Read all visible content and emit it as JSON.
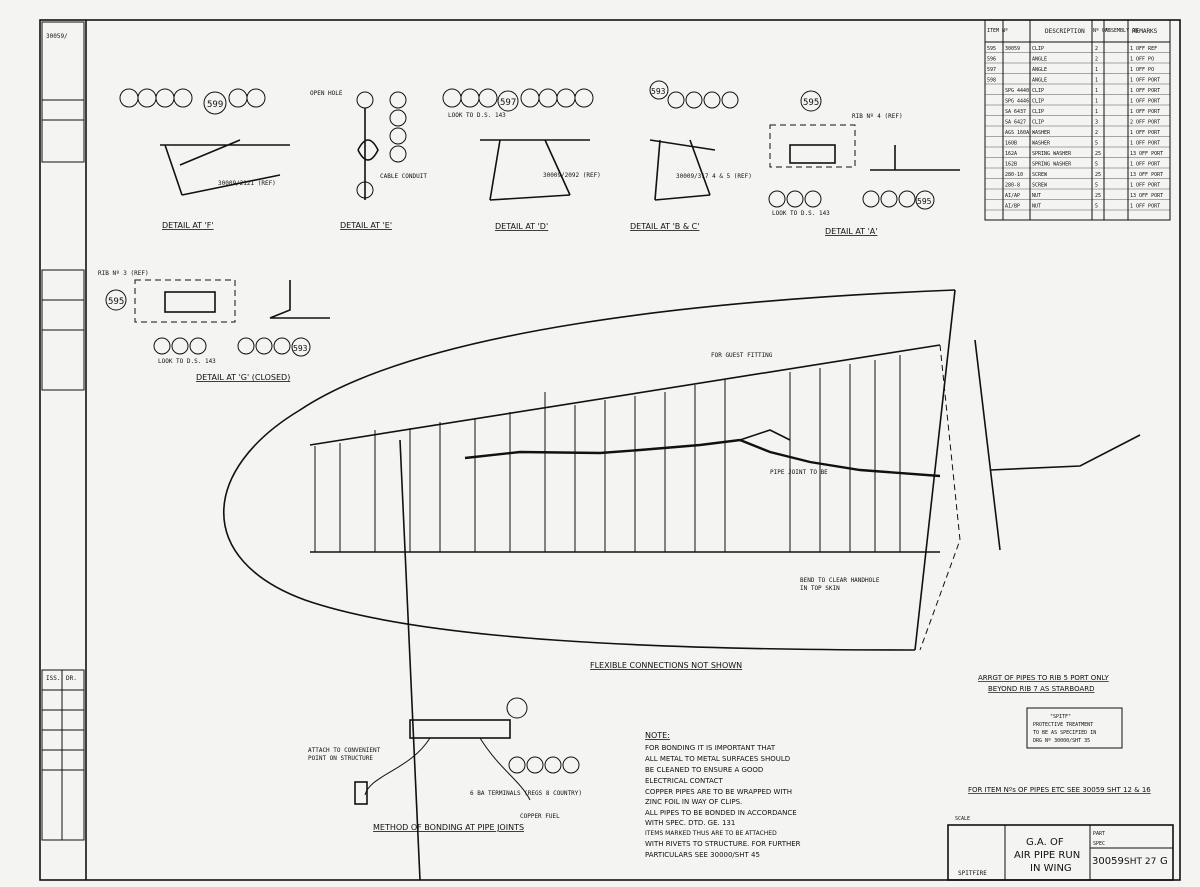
{
  "title_block": {
    "drawing_title_1": "G.A. OF",
    "drawing_title_2": "AIR PIPE RUN",
    "drawing_title_3": "IN WING",
    "drawing_number": "30059",
    "sheet": "SHT 27",
    "issue": "G",
    "type": "SPITFIRE",
    "scale": "SCALE",
    "part_label": "PART",
    "spec_label": "SPEC",
    "left_block_number": "30059/"
  },
  "details": {
    "f": "DETAIL AT 'F'",
    "e": "DETAIL AT 'E'",
    "d": "DETAIL AT 'D'",
    "bc": "DETAIL AT 'B & C'",
    "a": "DETAIL AT 'A'",
    "g": "DETAIL AT 'G' (CLOSED)"
  },
  "callouts": {
    "c599": "599",
    "c597": "597",
    "c593": "593",
    "c595": "595",
    "c595b": "595",
    "c595c": "595",
    "c593b": "593"
  },
  "labels": {
    "open_hole": "OPEN HOLE",
    "cable_conduit": "CABLE CONDUIT",
    "look_to_dsf": "LOOK TO D.S. 143",
    "look_to_dsf2": "LOOK TO D.S. 143",
    "look_to_dsf3": "LOOK TO D.S. 143",
    "rib_4": "RIB Nº 4 (REF)",
    "rib_3": "RIB Nº 3 (REF)",
    "ref_f": "30009/2121 (REF)",
    "ref_d": "30009/2092 (REF)",
    "ref_bc": "30009/317 4 & 5 (REF)",
    "for_guest": "FOR GUEST FITTING",
    "pipe_joint": "PIPE JOINT TO BE",
    "bend_clear": "BEND TO CLEAR HANDHOLE",
    "in_top_skin": "IN TOP SKIN",
    "flexible": "FLEXIBLE CONNECTIONS NOT SHOWN",
    "arrgt_1": "ARRGT OF PIPES TO RIB 5 PORT ONLY",
    "arrgt_2": "BEYOND RIB 7 AS STARBOARD",
    "spitfire_note_1": "\"SPITF\"",
    "spitfire_note_2": "PROTECTIVE TREATMENT",
    "spitfire_note_3": "TO BE AS SPECIFIED IN",
    "spitfire_note_4": "DRG Nº 30000/SHT 35",
    "for_item": "FOR ITEM Nºs OF PIPES ETC SEE 30059 SHT 12 & 16",
    "attach_1": "ATTACH TO CONVENIENT",
    "attach_2": "POINT ON STRUCTURE",
    "method": "METHOD OF BONDING AT PIPE JOINTS",
    "copper_fuel": "COPPER FUEL",
    "terminals": "6 BA TERMINALS (REGS 8 COUNTRY)"
  },
  "notes": {
    "header": "NOTE:",
    "n1": "FOR BONDING IT IS IMPORTANT THAT",
    "n2": "ALL METAL TO METAL SURFACES SHOULD",
    "n3": "BE CLEANED TO ENSURE A GOOD",
    "n4": "ELECTRICAL CONTACT",
    "n5": "COPPER PIPES ARE TO BE WRAPPED WITH",
    "n6": "ZINC FOIL IN WAY OF CLIPS.",
    "n7": "ALL PIPES TO BE BONDED IN ACCORDANCE",
    "n8": "WITH SPEC. DTD. GE. 131",
    "n9": "ITEMS MARKED THUS ARE TO BE ATTACHED",
    "n10": "WITH RIVETS TO STRUCTURE. FOR FURTHER",
    "n11": "PARTICULARS SEE 30000/SHT 45"
  },
  "parts_table": {
    "headers": [
      "ITEM Nº",
      "",
      "DESCRIPTION",
      "Nº OFF",
      "ASSEMBLY ON",
      "REMARKS"
    ],
    "rows": [
      [
        "595",
        "30059",
        "CLIP",
        "2",
        "",
        "1 OFF REF"
      ],
      [
        "596",
        "",
        "ANGLE",
        "2",
        "",
        "1 OFF PO"
      ],
      [
        "597",
        "",
        "ANGLE",
        "1",
        "",
        "1 OFF PO"
      ],
      [
        "598",
        "",
        "ANGLE",
        "1",
        "",
        "1 OFF PORT"
      ],
      [
        "",
        "SPG 4440",
        "CLIP",
        "1",
        "",
        "1 OFF PORT"
      ],
      [
        "",
        "SPG 4446",
        "CLIP",
        "1",
        "",
        "1 OFF PORT"
      ],
      [
        "",
        "SA 6437",
        "CLIP",
        "1",
        "",
        "1 OFF PORT"
      ],
      [
        "",
        "SA 6427",
        "CLIP",
        "3",
        "",
        "2 OFF PORT"
      ],
      [
        "",
        "AGS 160A",
        "WASHER",
        "2",
        "",
        "1 OFF PORT"
      ],
      [
        "",
        "160B",
        "WASHER",
        "5",
        "",
        "1 OFF PORT"
      ],
      [
        "",
        "162A",
        "SPRING WASHER",
        "25",
        "",
        "13 OFF PORT"
      ],
      [
        "",
        "162B",
        "SPRING WASHER",
        "5",
        "",
        "1 OFF PORT"
      ],
      [
        "",
        "280-10",
        "SCREW",
        "25",
        "",
        "13 OFF PORT"
      ],
      [
        "",
        "280-8",
        "SCREW",
        "5",
        "",
        "1 OFF PORT"
      ],
      [
        "",
        "AI/AP",
        "NUT",
        "25",
        "",
        "13 OFF PORT"
      ],
      [
        "",
        "AI/BP",
        "NUT",
        "5",
        "",
        "1 OFF PORT"
      ]
    ]
  },
  "revision_block": {
    "header_1": "ISS.",
    "header_2": "DR."
  },
  "colors": {
    "ink": "#111111",
    "paper": "#f4f4f2"
  }
}
